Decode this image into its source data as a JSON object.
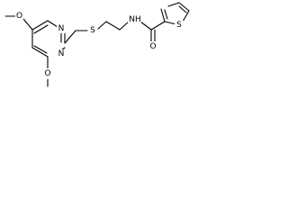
{
  "molecule": {
    "labels": {
      "o_top": "O",
      "o_bottom": "O",
      "n_ring_upper": "N",
      "n_ring_lower": "N",
      "s_thioether": "S",
      "n_amide": "NH",
      "s_thiophene": "S",
      "o_carbonyl": "O"
    }
  },
  "colors": {
    "bond": "#000000",
    "label": "#000000",
    "background": "#ffffff"
  }
}
